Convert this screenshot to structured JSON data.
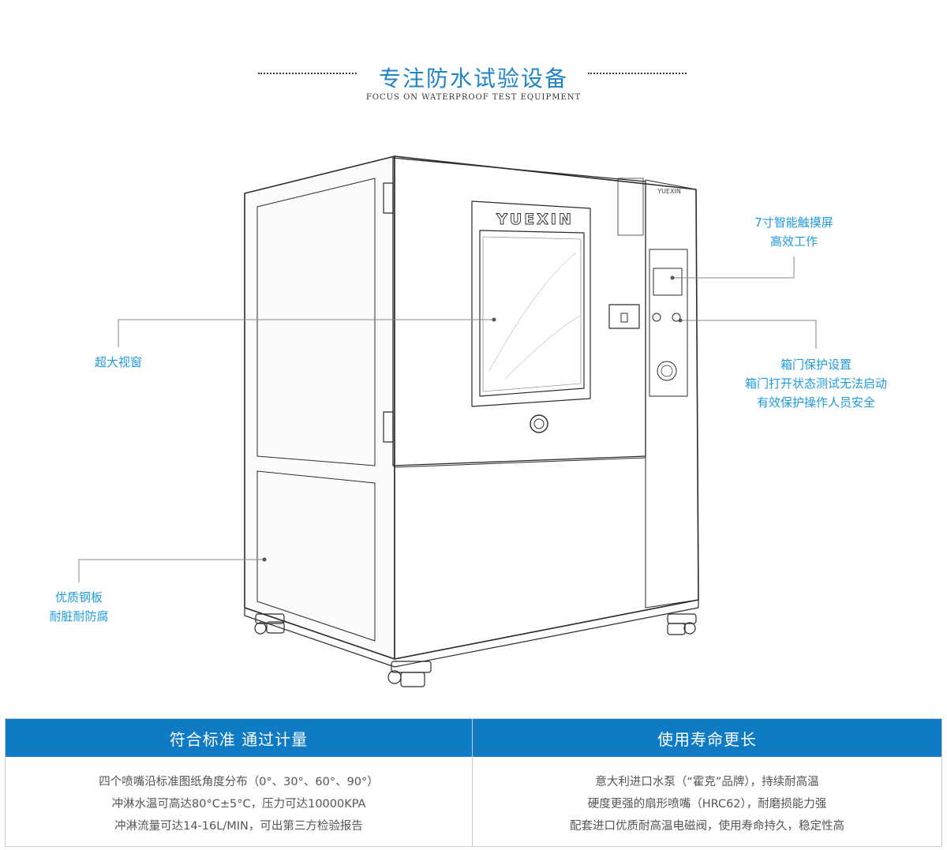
{
  "header": {
    "title": "专注防水试验设备",
    "subtitle": "FOCUS ON WATERPROOF TEST EQUIPMENT"
  },
  "machine": {
    "brand_window": "YUEXIN",
    "brand_label": "YUEXIN"
  },
  "callouts": {
    "touchscreen": [
      "7寸智能触摸屏",
      "高效工作"
    ],
    "window": [
      "超大视窗"
    ],
    "door_protection": [
      "箱门保护设置",
      "箱门打开状态测试无法启动",
      "有效保护操作人员安全"
    ],
    "steel_plate": [
      "优质钢板",
      "耐脏耐防腐"
    ]
  },
  "features": [
    {
      "title": "符合标准 通过计量",
      "lines": [
        "四个喷嘴沿标准图纸角度分布（0°、30°、60°、90°）",
        "冲淋水温可高达80°C±5°C，压力可达10000KPA",
        "冲淋流量可达14-16L/MIN，可出第三方检验报告"
      ]
    },
    {
      "title": "使用寿命更长",
      "lines": [
        "意大利进口水泵（“霍克”品牌），持续耐高温",
        "硬度更强的扇形喷嘴（HRC62），耐磨损能力强",
        "配套进口优质耐高温电磁阀，使用寿命持久，稳定性高"
      ]
    }
  ],
  "colors": {
    "accent": "#1f84c8",
    "callout_text": "#1f9be0",
    "header_bar": "#0f7bc4"
  }
}
